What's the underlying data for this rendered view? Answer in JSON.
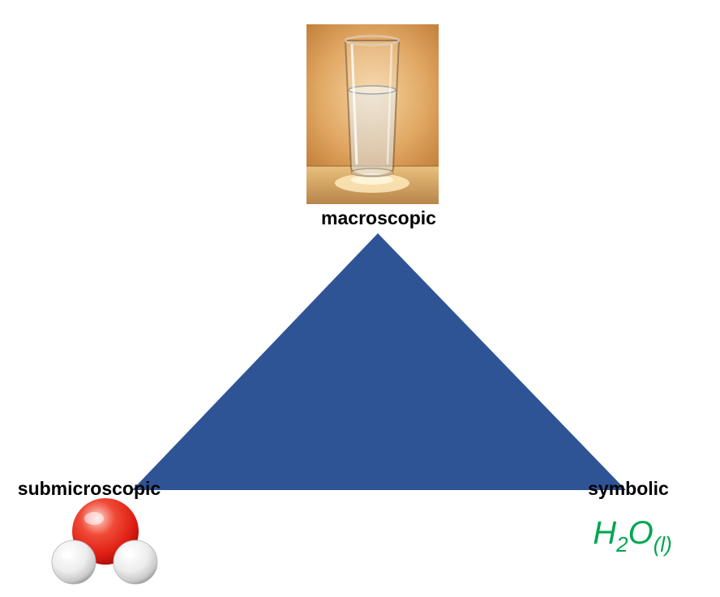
{
  "diagram": {
    "name": "chemistry triplet triangle",
    "labels": {
      "top": "macroscopic",
      "bottom_left": "submicroscopic",
      "bottom_right": "symbolic"
    },
    "formula": {
      "h": "H",
      "subscript": "2",
      "o": "O",
      "state": "(l)"
    },
    "colors": {
      "triangle": "#2f5496",
      "formula": "#00a651",
      "label_text": "#000000",
      "oxygen_red": "#e8251c",
      "hydrogen_white": "#f2f2f2",
      "photo_background_orange": "#cf8b43"
    }
  }
}
